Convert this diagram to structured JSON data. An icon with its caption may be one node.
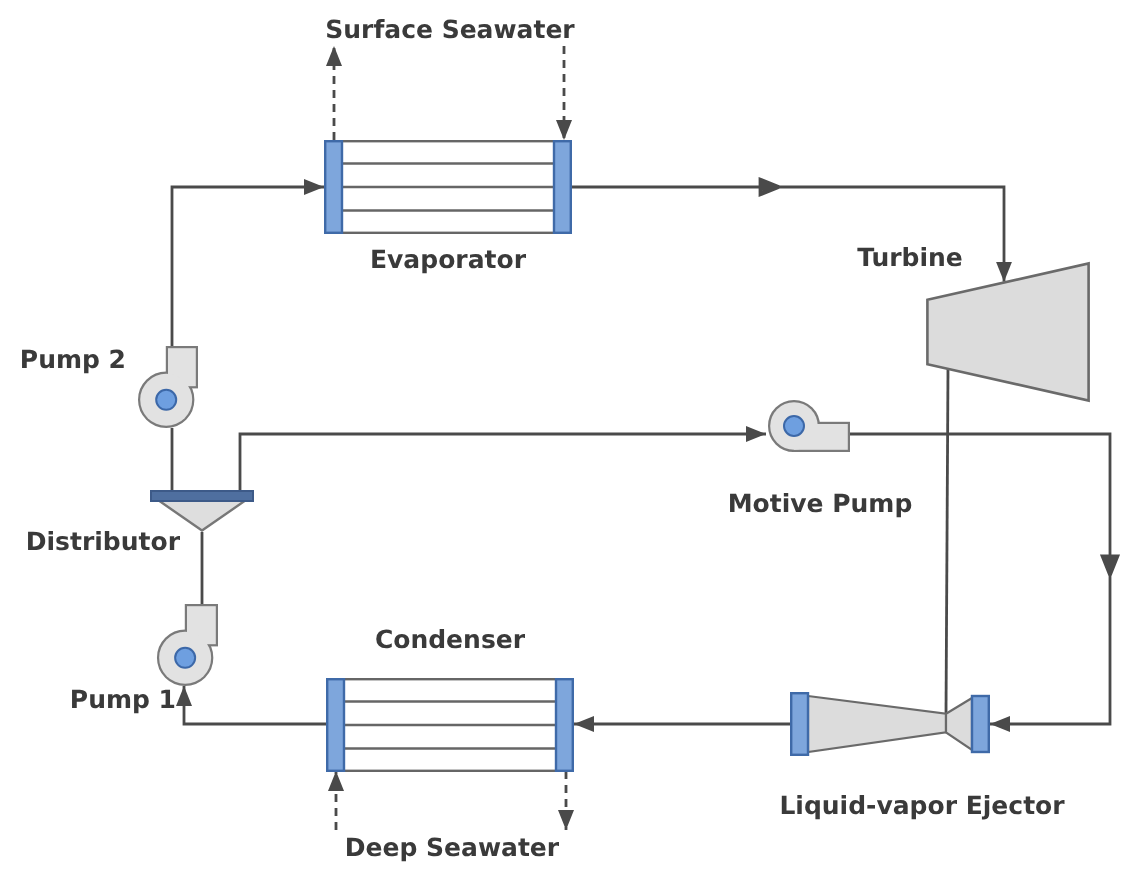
{
  "diagram": {
    "nodes": [
      {
        "text": [
          "Surface Seawater"
        ]
      },
      {
        "text": [
          "Evaporator"
        ]
      },
      {
        "text": [
          "Turbine"
        ]
      },
      {
        "text": [
          "Pump 2"
        ]
      },
      {
        "text": [
          "Motive Pump"
        ]
      },
      {
        "text": [
          "Distributor"
        ]
      },
      {
        "text": [
          "Condenser"
        ]
      },
      {
        "text": [
          "Pump 1"
        ]
      },
      {
        "text": [
          "Liquid-vapor Ejector"
        ]
      },
      {
        "text": [
          "Deep Seawater"
        ]
      }
    ],
    "edges": [
      {
        "from": 1,
        "to": 0,
        "arrow": "to",
        "style": "dashed"
      },
      {
        "from": 0,
        "to": 1,
        "arrow": "to",
        "style": "dashed"
      },
      {
        "from": 1,
        "to": 2,
        "arrow": "to"
      },
      {
        "from": 2,
        "to": 8,
        "arrow": "none"
      },
      {
        "from": 3,
        "to": 1,
        "arrow": "to"
      },
      {
        "from": 5,
        "to": 3,
        "arrow": "none"
      },
      {
        "from": 5,
        "to": 4,
        "arrow": "to"
      },
      {
        "from": 4,
        "to": 8,
        "arrow": "to"
      },
      {
        "from": 8,
        "to": 6,
        "arrow": "to"
      },
      {
        "from": 6,
        "to": 7,
        "arrow": "to"
      },
      {
        "from": 7,
        "to": 5,
        "arrow": "none"
      },
      {
        "from": 9,
        "to": 6,
        "arrow": "to",
        "style": "dashed"
      },
      {
        "from": 6,
        "to": 9,
        "arrow": "to",
        "style": "dashed"
      }
    ]
  }
}
